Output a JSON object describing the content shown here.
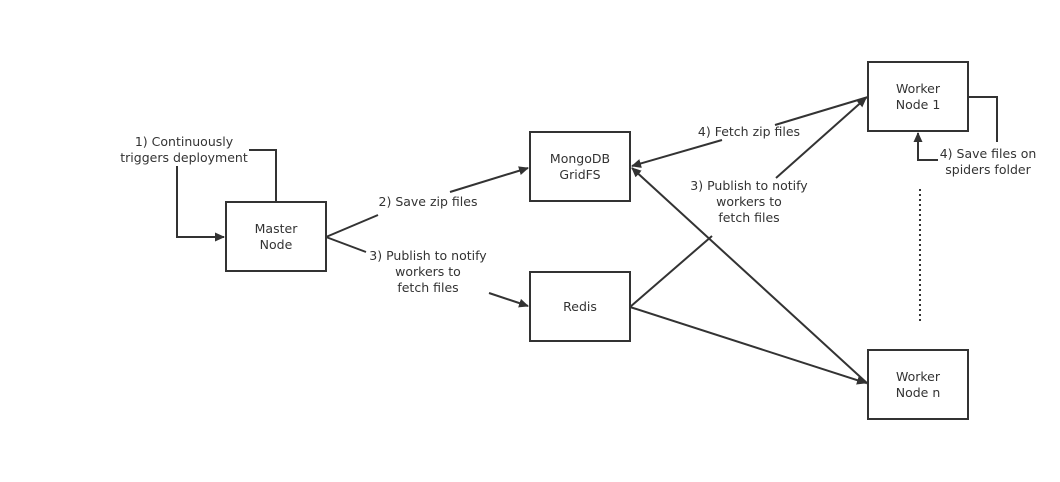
{
  "diagram": {
    "line_color": "#333333",
    "nodes": {
      "master": {
        "label": "Master\nNode"
      },
      "mongodb": {
        "label": "MongoDB\nGridFS"
      },
      "redis": {
        "label": "Redis"
      },
      "worker1": {
        "label": "Worker\nNode 1"
      },
      "workern": {
        "label": "Worker\nNode n"
      }
    },
    "edge_labels": {
      "continuous_deploy": "1) Continuously\ntriggers deployment",
      "save_zip": "2) Save zip files",
      "publish_master": "3) Publish to notify\nworkers to\nfetch files",
      "fetch_zip": "4) Fetch zip files",
      "publish_redis": "3) Publish to notify\nworkers to\nfetch files",
      "save_files": "4) Save files on\nspiders folder"
    },
    "edges": [
      {
        "from": "master",
        "to": "master",
        "label": "continuous_deploy"
      },
      {
        "from": "master",
        "to": "mongodb",
        "label": "save_zip"
      },
      {
        "from": "master",
        "to": "redis",
        "label": "publish_master"
      },
      {
        "from": "worker1",
        "to": "mongodb",
        "label": "fetch_zip"
      },
      {
        "from": "workern",
        "to": "mongodb",
        "label": ""
      },
      {
        "from": "redis",
        "to": "worker1",
        "label": "publish_redis"
      },
      {
        "from": "redis",
        "to": "workern",
        "label": ""
      },
      {
        "from": "worker1",
        "to": "worker1",
        "label": "save_files"
      }
    ],
    "ellipsis_between": [
      "worker1",
      "workern"
    ]
  }
}
